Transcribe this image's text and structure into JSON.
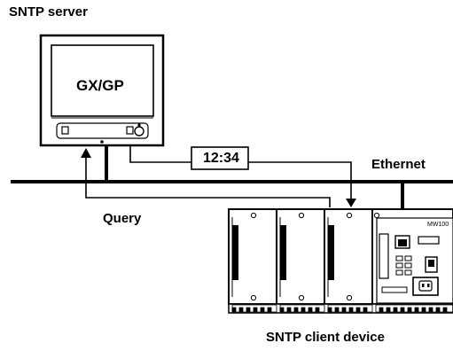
{
  "server": {
    "title": "SNTP server",
    "device_label": "GX/GP"
  },
  "network": {
    "label": "Ethernet",
    "time_message": "12:34",
    "query_label": "Query"
  },
  "client": {
    "title": "SNTP client device",
    "model_label": "MW100"
  },
  "icons": [
    "recorder-icon",
    "client-device-icon",
    "arrow-up-icon",
    "arrow-down-icon"
  ]
}
